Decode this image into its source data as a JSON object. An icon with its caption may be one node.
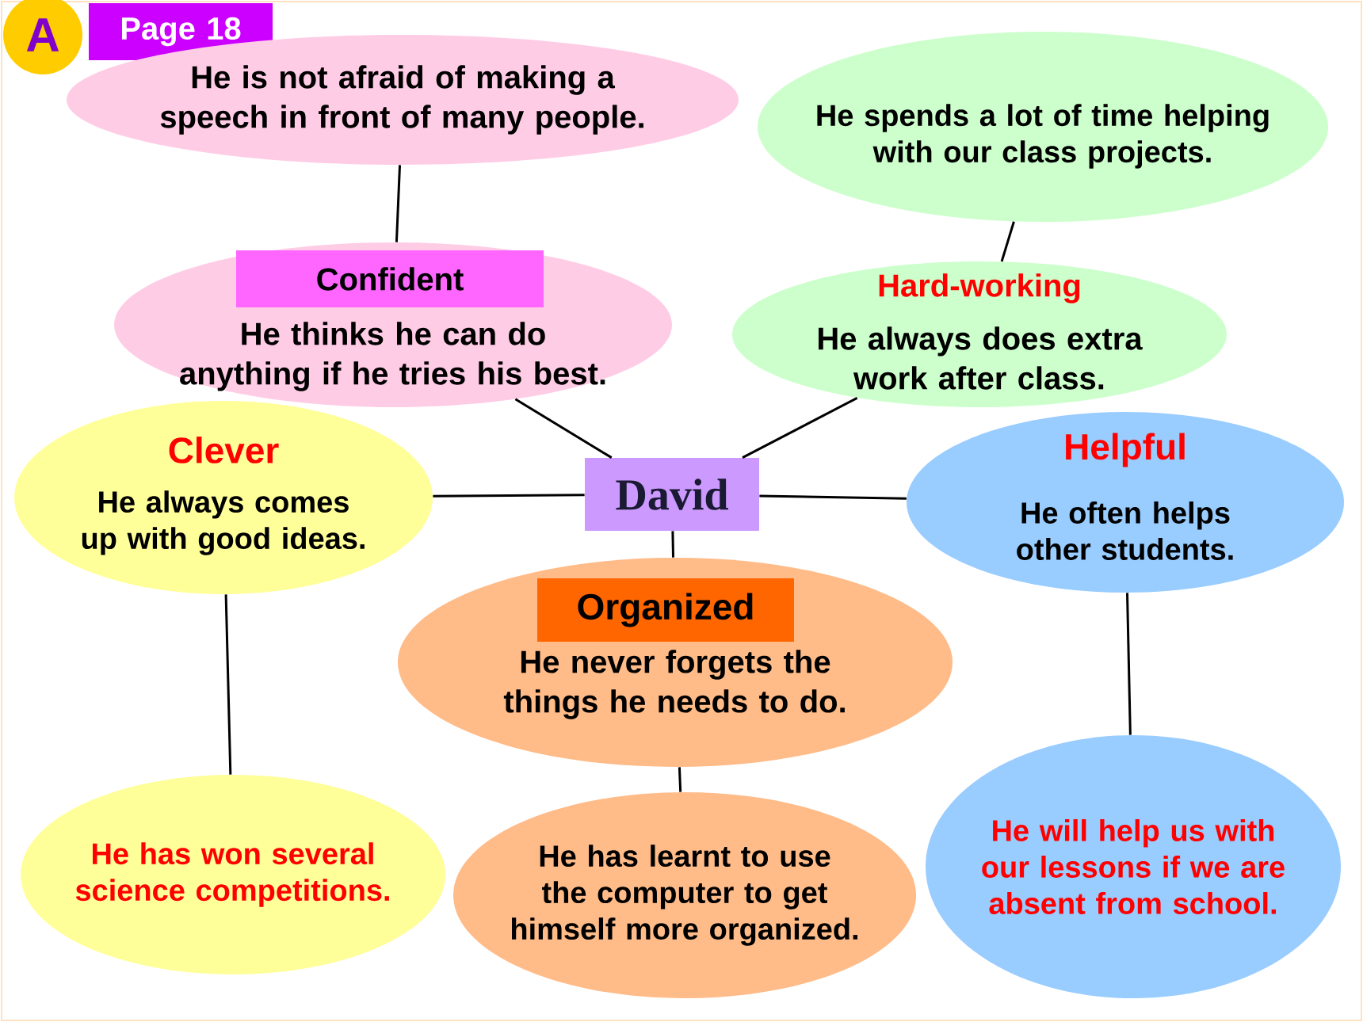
{
  "diagram": {
    "nodes": [
      {
        "text": [
          "A"
        ]
      },
      {
        "text": [
          "Page 18"
        ]
      },
      {
        "text": [
          "He is not afraid of making a speech in front of many people."
        ]
      },
      {
        "text": [
          "He spends a lot of time helping with our class projects."
        ]
      },
      {
        "text": [
          "He thinks he can do anything if he tries his best."
        ]
      },
      {
        "text": [
          "Confident"
        ],
        "in": 4
      },
      {
        "text": [
          "Hard-working",
          "He always does extra work after class."
        ]
      },
      {
        "text": [
          "Clever",
          "He always comes up with good ideas."
        ]
      },
      {
        "text": [
          "David"
        ]
      },
      {
        "text": [
          "Helpful",
          "He often helps other students."
        ]
      },
      {
        "text": [
          "He never forgets the things he needs to do."
        ]
      },
      {
        "text": [
          "Organized"
        ],
        "in": 10
      },
      {
        "text": [
          "He has won several science competitions."
        ]
      },
      {
        "text": [
          "He has learnt to use the computer to get himself more organized."
        ]
      },
      {
        "text": [
          "He will help us with our lessons if we are absent from school."
        ]
      }
    ],
    "edges": [
      {
        "from": 2,
        "to": 4,
        "arrow": "none"
      },
      {
        "from": 3,
        "to": 6,
        "arrow": "none"
      },
      {
        "from": 4,
        "to": 8,
        "arrow": "none"
      },
      {
        "from": 6,
        "to": 8,
        "arrow": "none"
      },
      {
        "from": 7,
        "to": 8,
        "arrow": "none"
      },
      {
        "from": 8,
        "to": 9,
        "arrow": "none"
      },
      {
        "from": 8,
        "to": 10,
        "arrow": "none"
      },
      {
        "from": 7,
        "to": 12,
        "arrow": "none"
      },
      {
        "from": 10,
        "to": 13,
        "arrow": "none"
      },
      {
        "from": 9,
        "to": 14,
        "arrow": "none"
      }
    ]
  }
}
